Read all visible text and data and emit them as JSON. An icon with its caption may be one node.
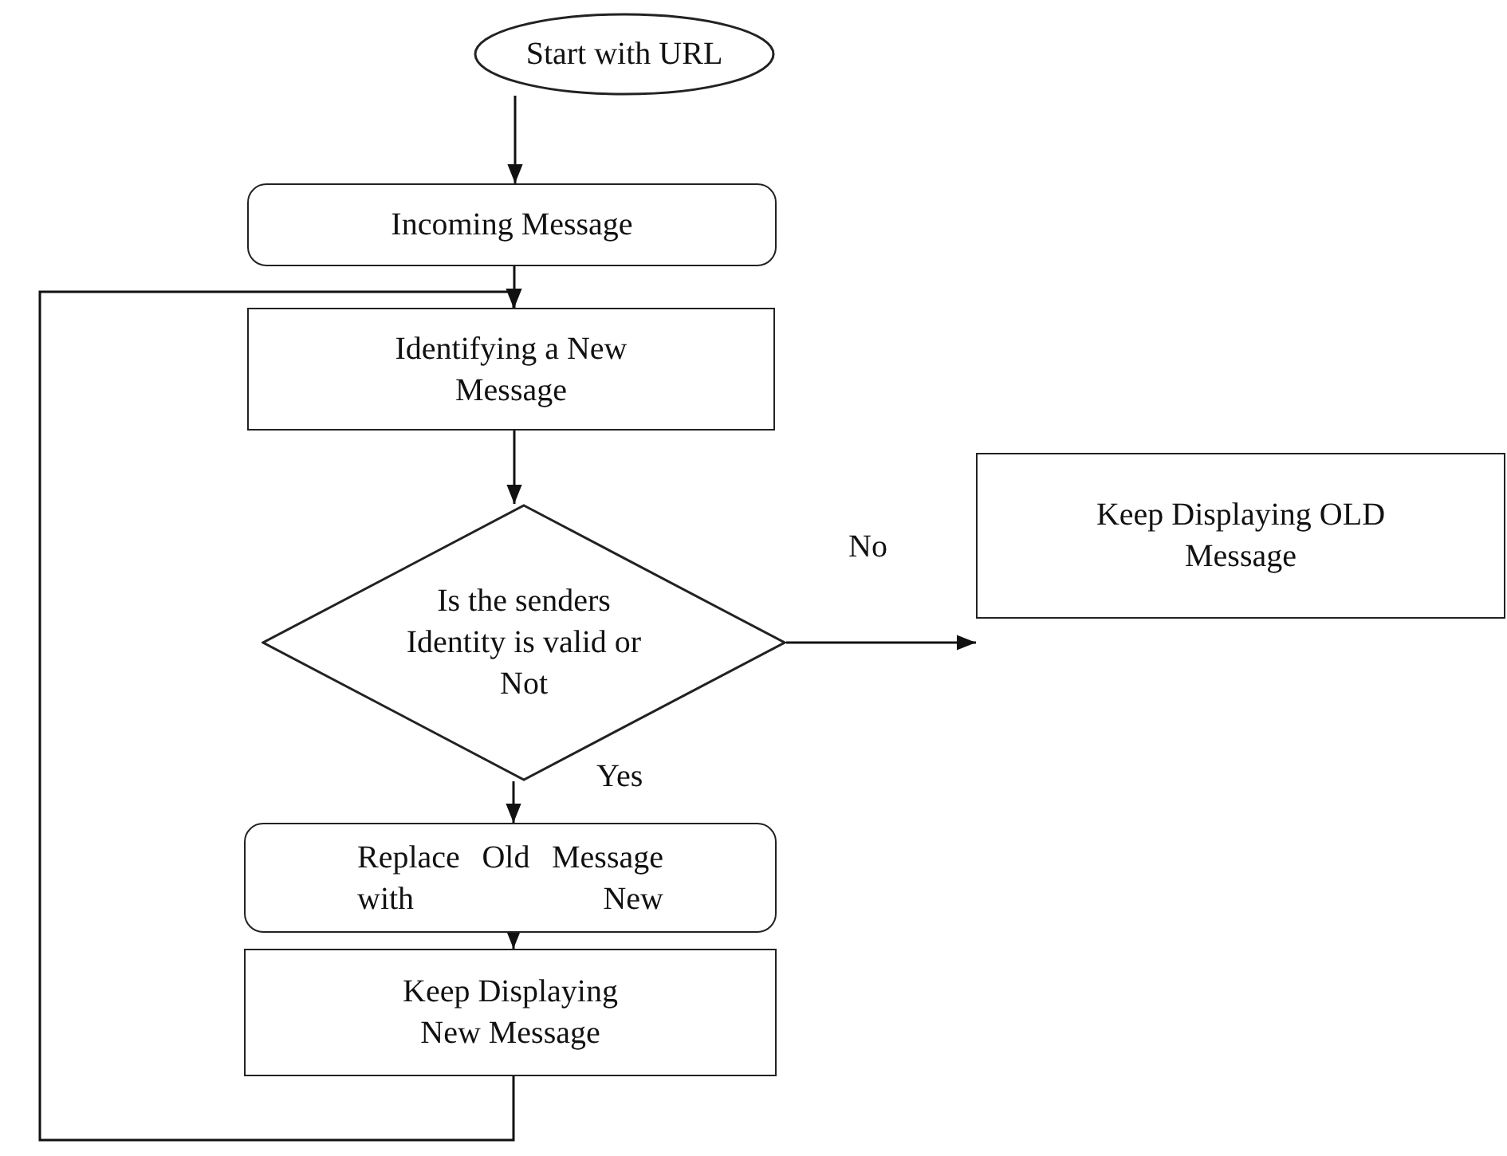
{
  "diagram": {
    "nodes": [
      {
        "text": [
          "Start with URL"
        ]
      },
      {
        "text": [
          "Incoming Message"
        ]
      },
      {
        "text": [
          "Identifying a New Message"
        ]
      },
      {
        "text": [
          "Is the senders Identity is valid or Not"
        ]
      },
      {
        "text": [
          "Keep Displaying OLD Message"
        ]
      },
      {
        "text": [
          "Replace Old Message with New"
        ]
      },
      {
        "text": [
          "Keep Displaying New Message"
        ]
      }
    ],
    "edges": [
      {
        "from": 0,
        "to": 1,
        "arrow": "to"
      },
      {
        "from": 1,
        "to": 2,
        "arrow": "to"
      },
      {
        "from": 2,
        "to": 3,
        "arrow": "to"
      },
      {
        "from": 3,
        "to": 4,
        "arrow": "to",
        "label": "No"
      },
      {
        "from": 3,
        "to": 5,
        "arrow": "to",
        "label": "Yes"
      },
      {
        "from": 5,
        "to": 6,
        "arrow": "to"
      },
      {
        "from": 6,
        "to": 2,
        "arrow": "to"
      }
    ]
  }
}
